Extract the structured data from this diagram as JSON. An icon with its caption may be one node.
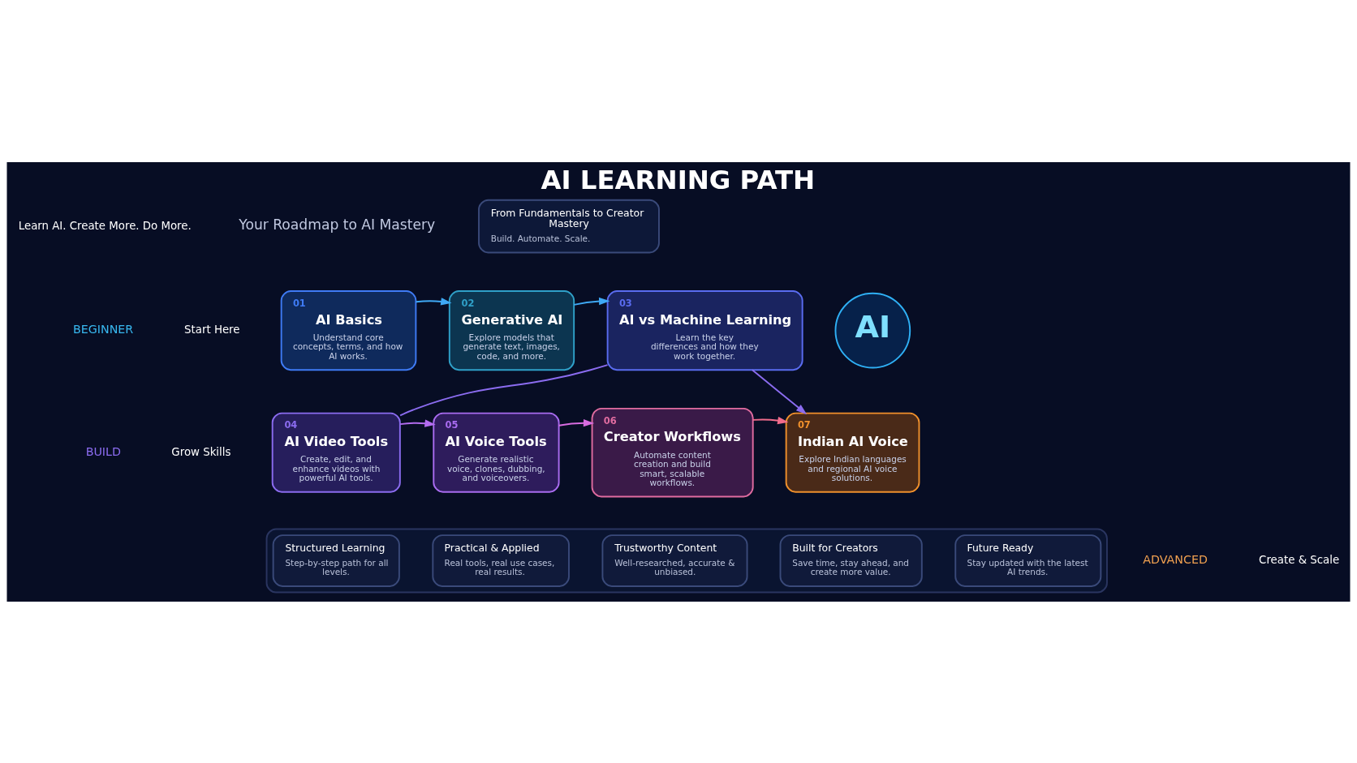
{
  "diagram": {
    "title": "AI LEARNING PATH",
    "nodes": [
      {
        "text": [
          "From Fundamentals to Creator Mastery",
          "Build. Automate. Scale."
        ]
      },
      {
        "text": [
          "01",
          "AI Basics",
          "Understand core concepts, terms, and how AI works."
        ]
      },
      {
        "text": [
          "02",
          "Generative AI",
          "Explore models that generate text, images, code, and more."
        ]
      },
      {
        "text": [
          "03",
          "AI vs Machine Learning",
          "Learn the key differences and how they work together."
        ]
      },
      {
        "text": [
          "04",
          "AI Video Tools",
          "Create, edit, and enhance videos with powerful AI tools."
        ]
      },
      {
        "text": [
          "05",
          "AI Voice Tools",
          "Generate realistic voice, clones, dubbing, and voiceovers."
        ]
      },
      {
        "text": [
          "06",
          "Creator Workflows",
          "Automate content creation and build smart, scalable workflows."
        ]
      },
      {
        "text": [
          "07",
          "Indian AI Voice",
          "Explore Indian languages and regional AI voice solutions."
        ]
      },
      {
        "text": [
          "AI"
        ]
      },
      {
        "text": [],
        "shape": "box"
      },
      {
        "text": [
          "Structured Learning",
          "Step-by-step path for all levels."
        ],
        "in": 9
      },
      {
        "text": [
          "Practical & Applied",
          "Real tools, real use cases, real results."
        ],
        "in": 9
      },
      {
        "text": [
          "Trustworthy Content",
          "Well-researched, accurate & unbiased."
        ],
        "in": 9
      },
      {
        "text": [
          "Built for Creators",
          "Save time, stay ahead, and create more value."
        ],
        "in": 9
      },
      {
        "text": [
          "Future Ready",
          "Stay updated with the latest AI trends."
        ],
        "in": 9
      }
    ],
    "edges": [
      {
        "from": 1,
        "to": 2,
        "arrow": "to",
        "color": "#3fa9f5"
      },
      {
        "from": 2,
        "to": 3,
        "arrow": "to",
        "color": "#3fa9f5"
      },
      {
        "from": 3,
        "to": 7,
        "arrow": "to",
        "color": "#8b6cf0"
      },
      {
        "from": 3,
        "to": 4,
        "arrow": "none",
        "color": "#8b6cf0"
      },
      {
        "from": 4,
        "to": 5,
        "arrow": "to",
        "color": "#b36cf0"
      },
      {
        "from": 5,
        "to": 6,
        "arrow": "to",
        "color": "#d86ce0"
      },
      {
        "from": 6,
        "to": 7,
        "arrow": "to",
        "color": "#f06c8c"
      }
    ],
    "labels": [
      "Learn AI. Create More. Do More.",
      "Your Roadmap to AI Mastery",
      "BEGINNER",
      "Start Here",
      "BUILD",
      "Grow Skills",
      "ADVANCED",
      "Create & Scale"
    ]
  }
}
